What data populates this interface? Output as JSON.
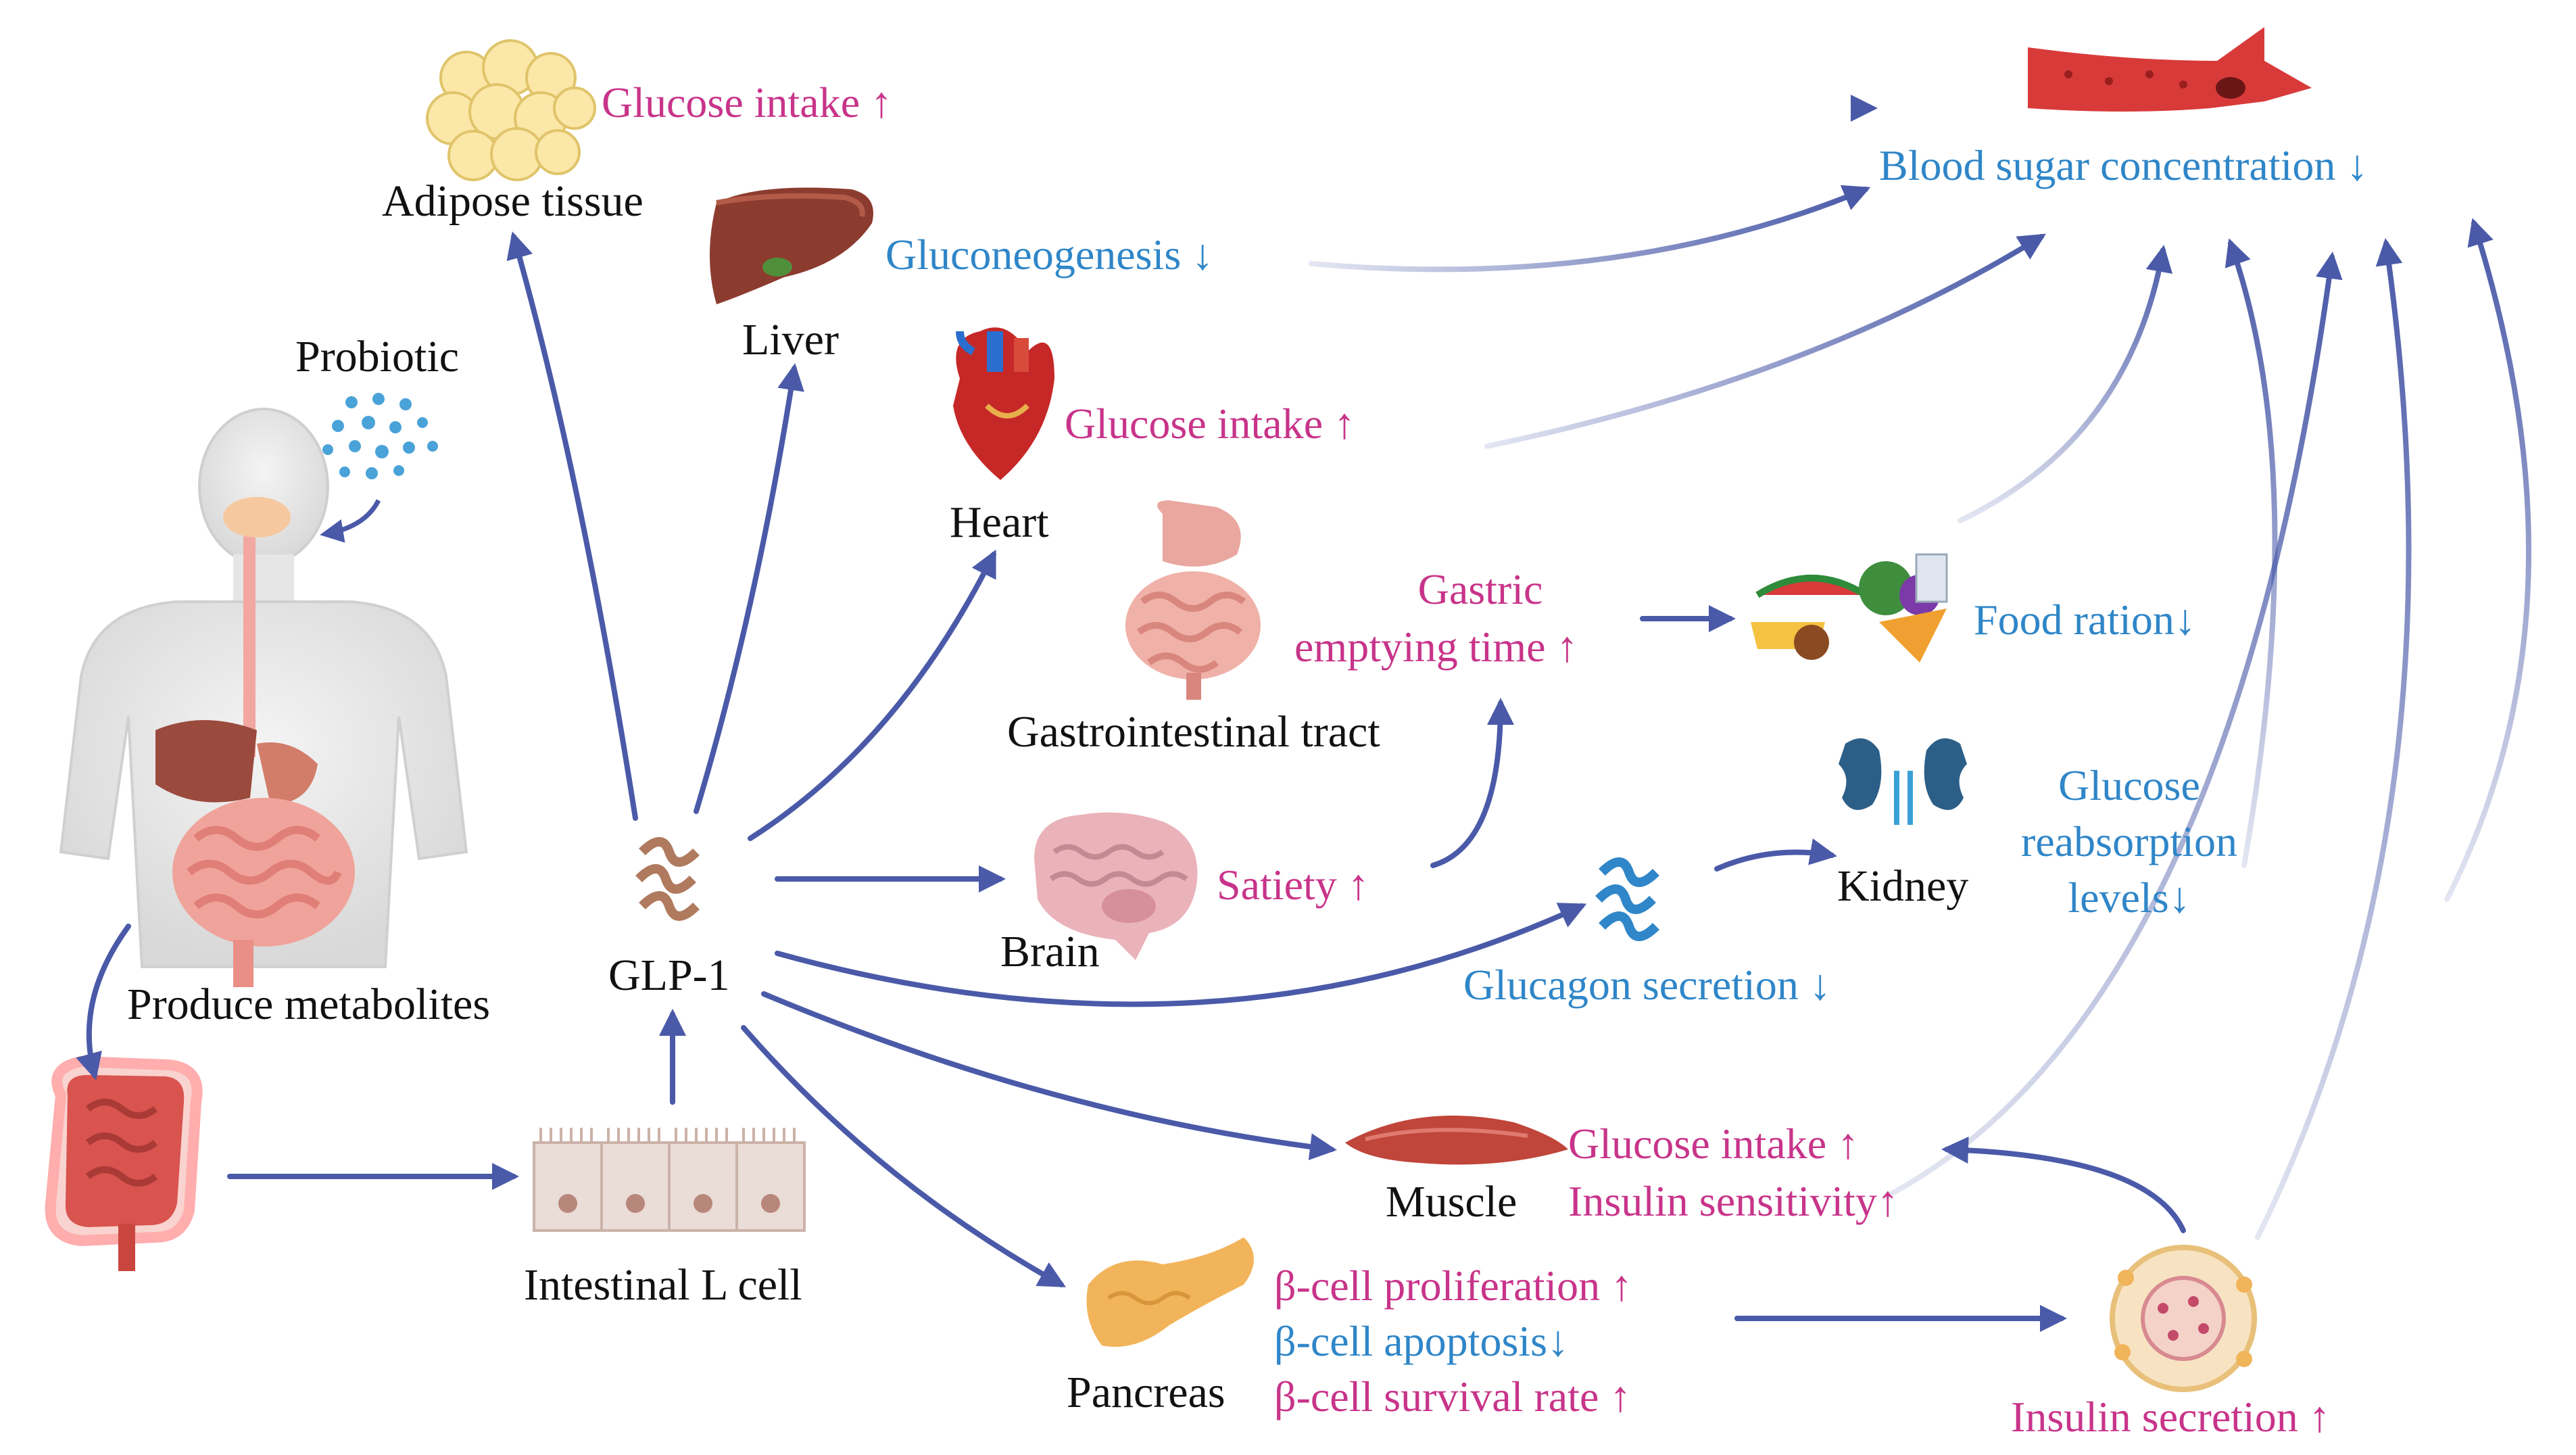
{
  "colors": {
    "arrow": "#4a5aa8",
    "increase_text": "#c8348a",
    "decrease_text": "#2f86c8",
    "label_text": "#111111"
  },
  "nodes": {
    "adipose": "Adipose tissue",
    "liver": "Liver",
    "heart": "Heart",
    "gi_tract": "Gastrointestinal tract",
    "brain": "Brain",
    "kidney": "Kidney",
    "muscle": "Muscle",
    "pancreas": "Pancreas",
    "glp1": "GLP-1",
    "l_cell": "Intestinal L cell",
    "probiotic": "Probiotic",
    "metabolites": "Produce metabolites"
  },
  "effects": {
    "adipose_glucose": "Glucose intake ↑",
    "liver_gluconeogenesis": "Gluconeogenesis ↓",
    "heart_glucose": "Glucose intake ↑",
    "gastric_line1": "Gastric",
    "gastric_line2": "emptying  time ↑",
    "food_ration": "Food ration↓",
    "satiety": "Satiety ↑",
    "glucose_reabs_line1": "Glucose",
    "glucose_reabs_line2": "reabsorption",
    "glucose_reabs_line3": "levels↓",
    "glucagon": "Glucagon secretion ↓",
    "muscle_glucose": "Glucose intake ↑",
    "insulin_sensitivity": "Insulin sensitivity↑",
    "beta_prolif": "β-cell proliferation ↑",
    "beta_apoptosis": "β-cell apoptosis↓",
    "beta_survival": "β-cell survival rate ↑",
    "insulin_secretion": "Insulin secretion ↑",
    "blood_sugar": "Blood sugar concentration ↓"
  },
  "icons": {
    "adipose": "fat-cells-icon",
    "liver": "liver-icon",
    "heart": "heart-icon",
    "stomach": "stomach-intestine-icon",
    "brain": "brain-icon",
    "kidney": "kidney-icon",
    "muscle": "muscle-icon",
    "pancreas": "pancreas-icon",
    "glp1": "peptide-coil-icon",
    "glucagon": "peptide-coil-icon",
    "lcell": "epithelial-cells-icon",
    "probiotic": "probiotic-dots-icon",
    "body": "human-body-icon",
    "colon": "colon-icon",
    "food": "food-icon",
    "vessel": "blood-vessel-icon",
    "islet": "pancreatic-islet-icon"
  }
}
